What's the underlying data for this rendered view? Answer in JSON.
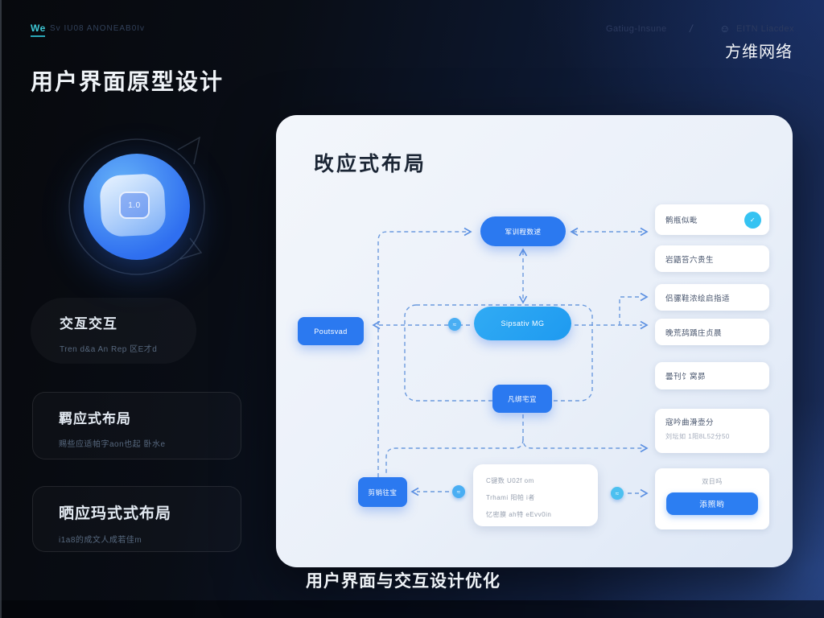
{
  "icons": {
    "check": "✓",
    "swirl": "≈",
    "smiley": "☺"
  },
  "header": {
    "logo_text": "We",
    "logo_suffix": "Sv IU08 ANONEAB0Iv",
    "nav_left": "Gatiug-Insune",
    "nav_slash": "/",
    "nav_right": "EITN Liacdex",
    "brand": "方维网络"
  },
  "page": {
    "title": "用户界面原型设计",
    "caption": "用户界面与交互设计优化"
  },
  "hero": {
    "version": "1.0"
  },
  "sidebar": {
    "items": [
      {
        "title": "交亙交互",
        "subtitle": "Tren d&a An Rep 区E才d"
      },
      {
        "title": "羁应式布局",
        "subtitle": "赐些应适帕字aon也起 卧水e"
      },
      {
        "title": "晒应玛式式布局",
        "subtitle": "i1a8的成文人成若佳m"
      }
    ]
  },
  "board": {
    "title": "攺应式布局",
    "nodes": {
      "top": "军训程数逑",
      "middle": "Sipsativ MG",
      "left": "Poutsvad",
      "lower": "凡绑宅宜",
      "bottom_left": "剪销往宝"
    },
    "note_card": {
      "lines": [
        "C键数 U02f om",
        "Trhami 阳帕 i者",
        "忆密膜 ah特 eEvv0in"
      ]
    },
    "list": [
      {
        "label": "鹘瓶似毗"
      },
      {
        "label": "岩鼯笞六贵生"
      },
      {
        "label": "侣骡鞋浓绘启指适"
      },
      {
        "label": "晚荒鸹踽庄贞晨"
      },
      {
        "label": "曇刊饣窝昴"
      },
      {
        "label": "寇吟曲滑壶分",
        "sublabel": "刘坛如 1阳8L52分50"
      },
      {
        "label": "双日吗",
        "button_label": "添照哟"
      }
    ]
  },
  "colors": {
    "accent_blue": "#2b79f0",
    "cyan_blue": "#27a7f2",
    "toggle_cyan": "#35c3f2",
    "connector": "#6b9ade",
    "background_dark": "#0a0f1c",
    "panel_light": "#eef2fa"
  }
}
